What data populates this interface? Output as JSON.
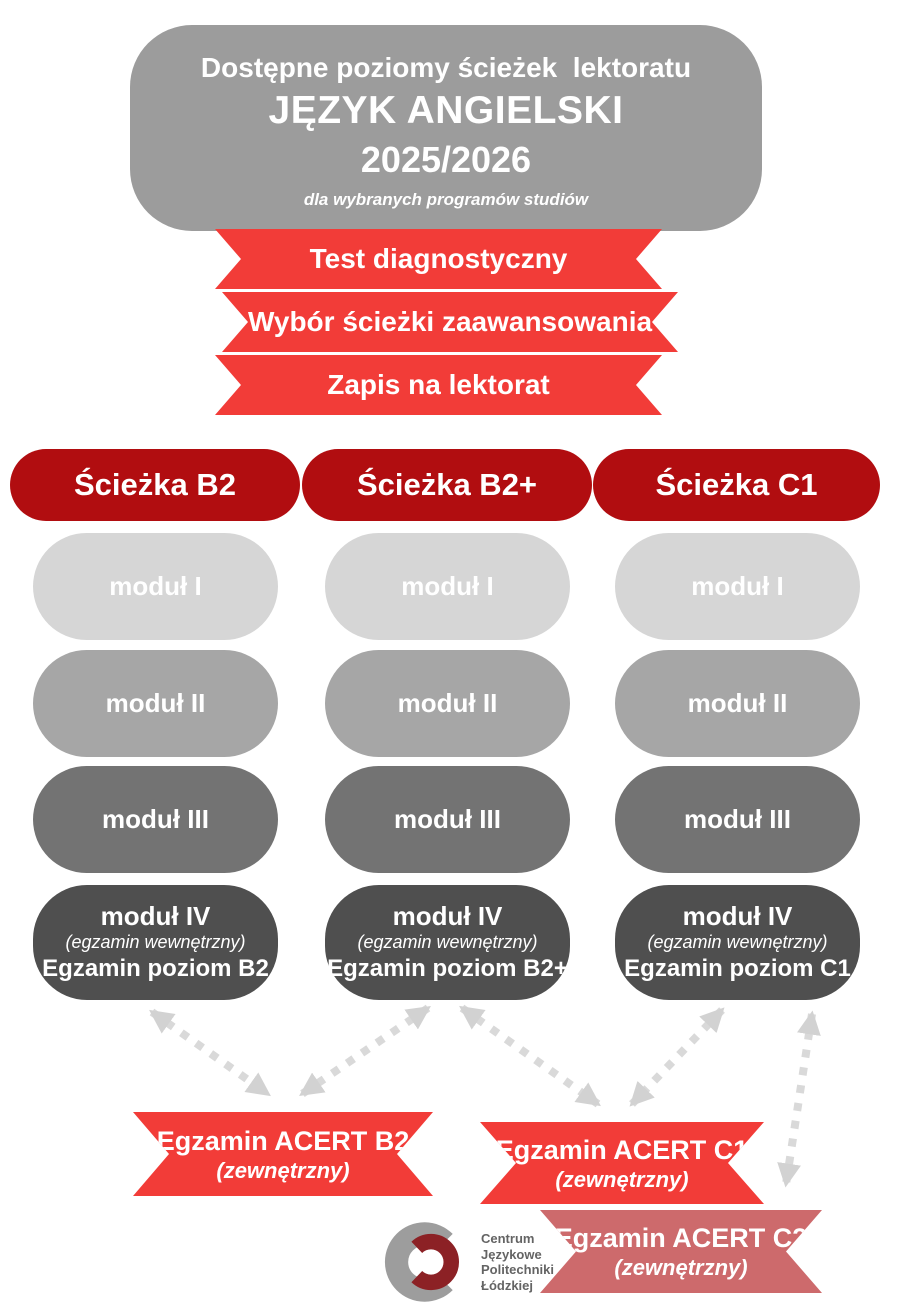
{
  "title_card": {
    "line1": "Dostępne poziomy ścieżek  lektoratu",
    "line2": "JĘZYK ANGIELSKI",
    "line3": "2025/2026",
    "line4": "dla wybranych programów studiów"
  },
  "steps": [
    {
      "label": "Test diagnostyczny"
    },
    {
      "label": "Wybór ścieżki zaawansowania"
    },
    {
      "label": "Zapis na lektorat"
    }
  ],
  "tracks": [
    {
      "header": "Ścieżka B2",
      "modules": [
        "moduł I",
        "moduł II",
        "moduł III"
      ],
      "module4": {
        "title": "moduł IV",
        "note": "(egzamin wewnętrzny)",
        "exam": "Egzamin poziom B2"
      }
    },
    {
      "header": "Ścieżka B2+",
      "modules": [
        "moduł I",
        "moduł II",
        "moduł III"
      ],
      "module4": {
        "title": "moduł IV",
        "note": "(egzamin wewnętrzny)",
        "exam": "Egzamin poziom B2+"
      }
    },
    {
      "header": "Ścieżka C1",
      "modules": [
        "moduł I",
        "moduł II",
        "moduł III"
      ],
      "module4": {
        "title": "moduł IV",
        "note": "(egzamin wewnętrzny)",
        "exam": "Egzamin poziom C1"
      }
    }
  ],
  "external_exams": [
    {
      "title": "Egzamin ACERT B2",
      "note": "(zewnętrzny)"
    },
    {
      "title": "Egzamin ACERT C1",
      "note": "(zewnętrzny)"
    },
    {
      "title": "Egzamin ACERT C2",
      "note": "(zewnętrzny)"
    }
  ],
  "logo": {
    "line1": "Centrum",
    "line2": "Językowe",
    "line3": "Politechniki",
    "line4": "Łódzkiej"
  },
  "colors": {
    "accent_red": "#f23c38",
    "dark_red": "#b10d10",
    "salmon_red": "#cd6a6c",
    "card_gray": "#9c9c9c",
    "module1_gray": "#d6d6d6",
    "module2_gray": "#a6a6a6",
    "module3_gray": "#737373",
    "module4_gray": "#4f4f4f",
    "arrow_gray": "#d9d9d9",
    "logo_maroon": "#8c2125"
  }
}
